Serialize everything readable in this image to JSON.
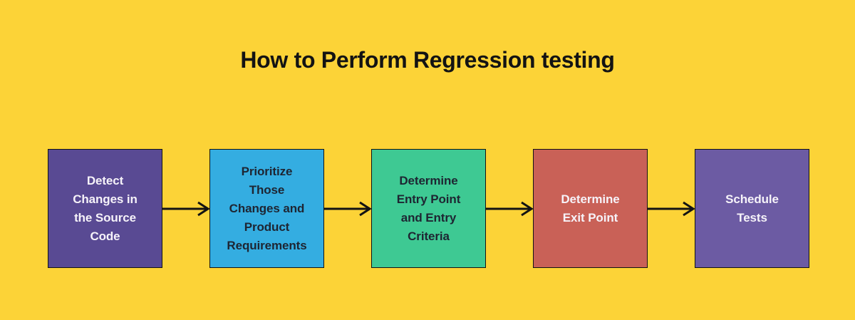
{
  "title": "How to Perform Regression testing",
  "colors": {
    "background": "#FCD337",
    "outline": "#131313",
    "title_text": "#131313",
    "arrow": "#131313"
  },
  "steps": [
    {
      "label": "Detect\nChanges in\nthe Source\nCode",
      "bg": "#594A93",
      "text": "#F6F3F9"
    },
    {
      "label": "Prioritize\nThose\nChanges and\nProduct\nRequirements",
      "bg": "#34ADE1",
      "text": "#1E2532"
    },
    {
      "label": "Determine\nEntry Point\nand Entry\nCriteria",
      "bg": "#3EC993",
      "text": "#1E2532"
    },
    {
      "label": "Determine\nExit Point",
      "bg": "#C96157",
      "text": "#F6F3F9"
    },
    {
      "label": "Schedule\nTests",
      "bg": "#6C5BA3",
      "text": "#F6F3F9"
    }
  ]
}
